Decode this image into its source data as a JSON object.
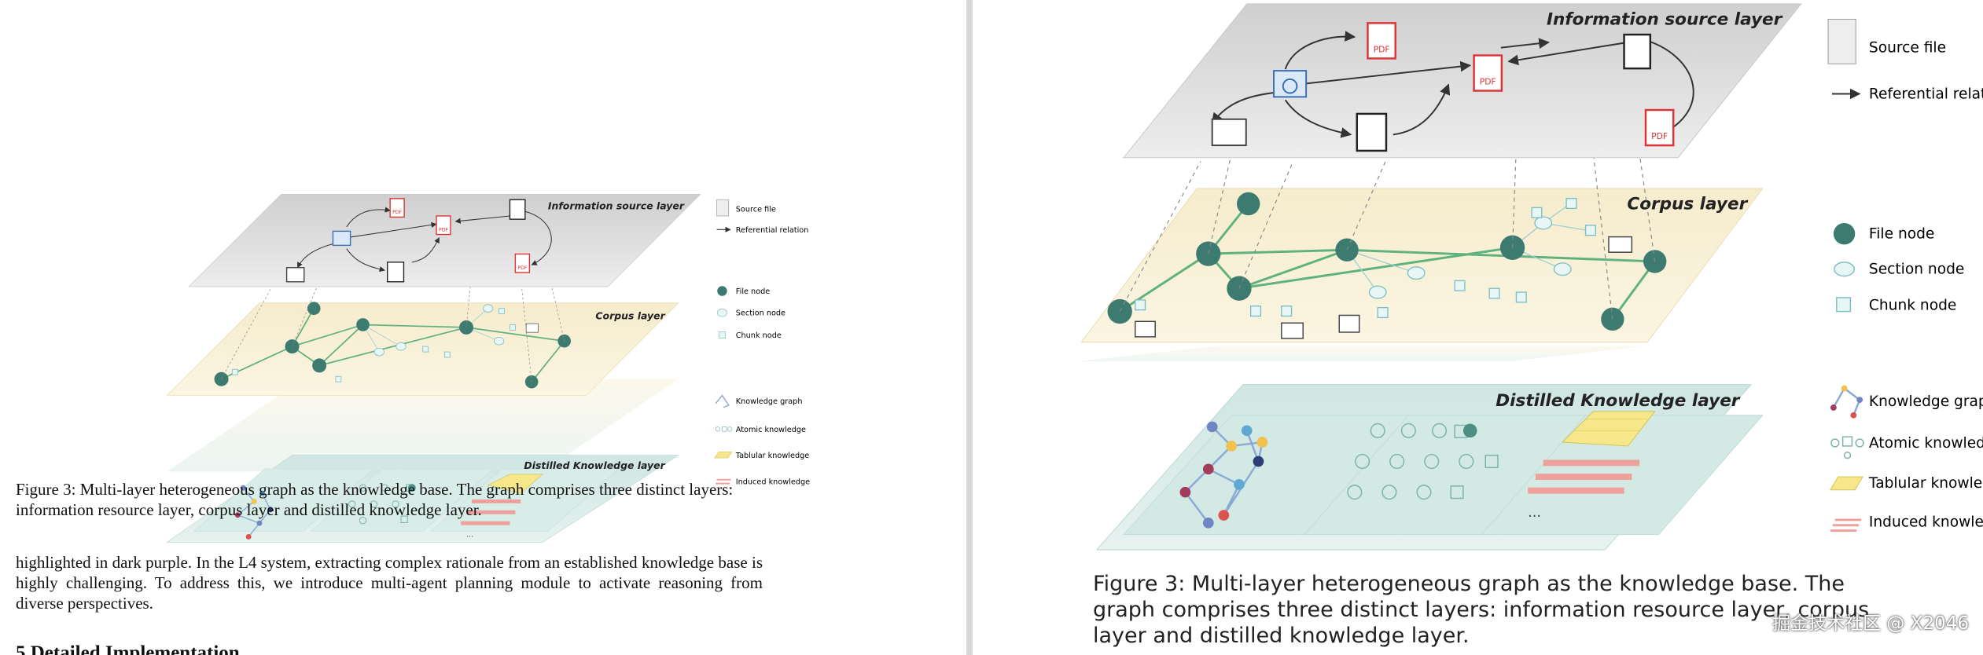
{
  "figure": {
    "layers": {
      "info": "Information source layer",
      "corpus": "Corpus layer",
      "distilled": "Distilled Knowledge layer"
    },
    "legend": {
      "source_file": "Source file",
      "referential_relation": "Referential relation",
      "file_node": "File node",
      "section_node": "Section node",
      "chunk_node": "Chunk node",
      "knowledge_graph": "Knowledge graph",
      "atomic_knowledge": "Atomic knowledge",
      "tabular_knowledge": "Tablular knowledge",
      "induced_knowledge": "Induced knowledge"
    },
    "pdf_label": "PDF",
    "ellipsis": "..."
  },
  "left": {
    "caption": "Figure 3: Multi-layer heterogeneous graph as the knowledge base. The graph comprises three distinct layers: information resource layer, corpus layer and distilled knowledge layer.",
    "body": "highlighted in dark purple.  In the L4 system, extracting complex rationale from an established knowledge base is highly challenging. To address this, we introduce multi-agent planning module to activate reasoning from diverse perspectives.",
    "heading": "5    Detailed Implementation"
  },
  "right": {
    "caption": "Figure 3: Multi-layer heterogeneous graph as the knowledge base. The graph comprises three distinct layers: information resource layer, corpus layer and distilled knowledge layer."
  },
  "watermark": "掘金技术社区 @ X2046"
}
